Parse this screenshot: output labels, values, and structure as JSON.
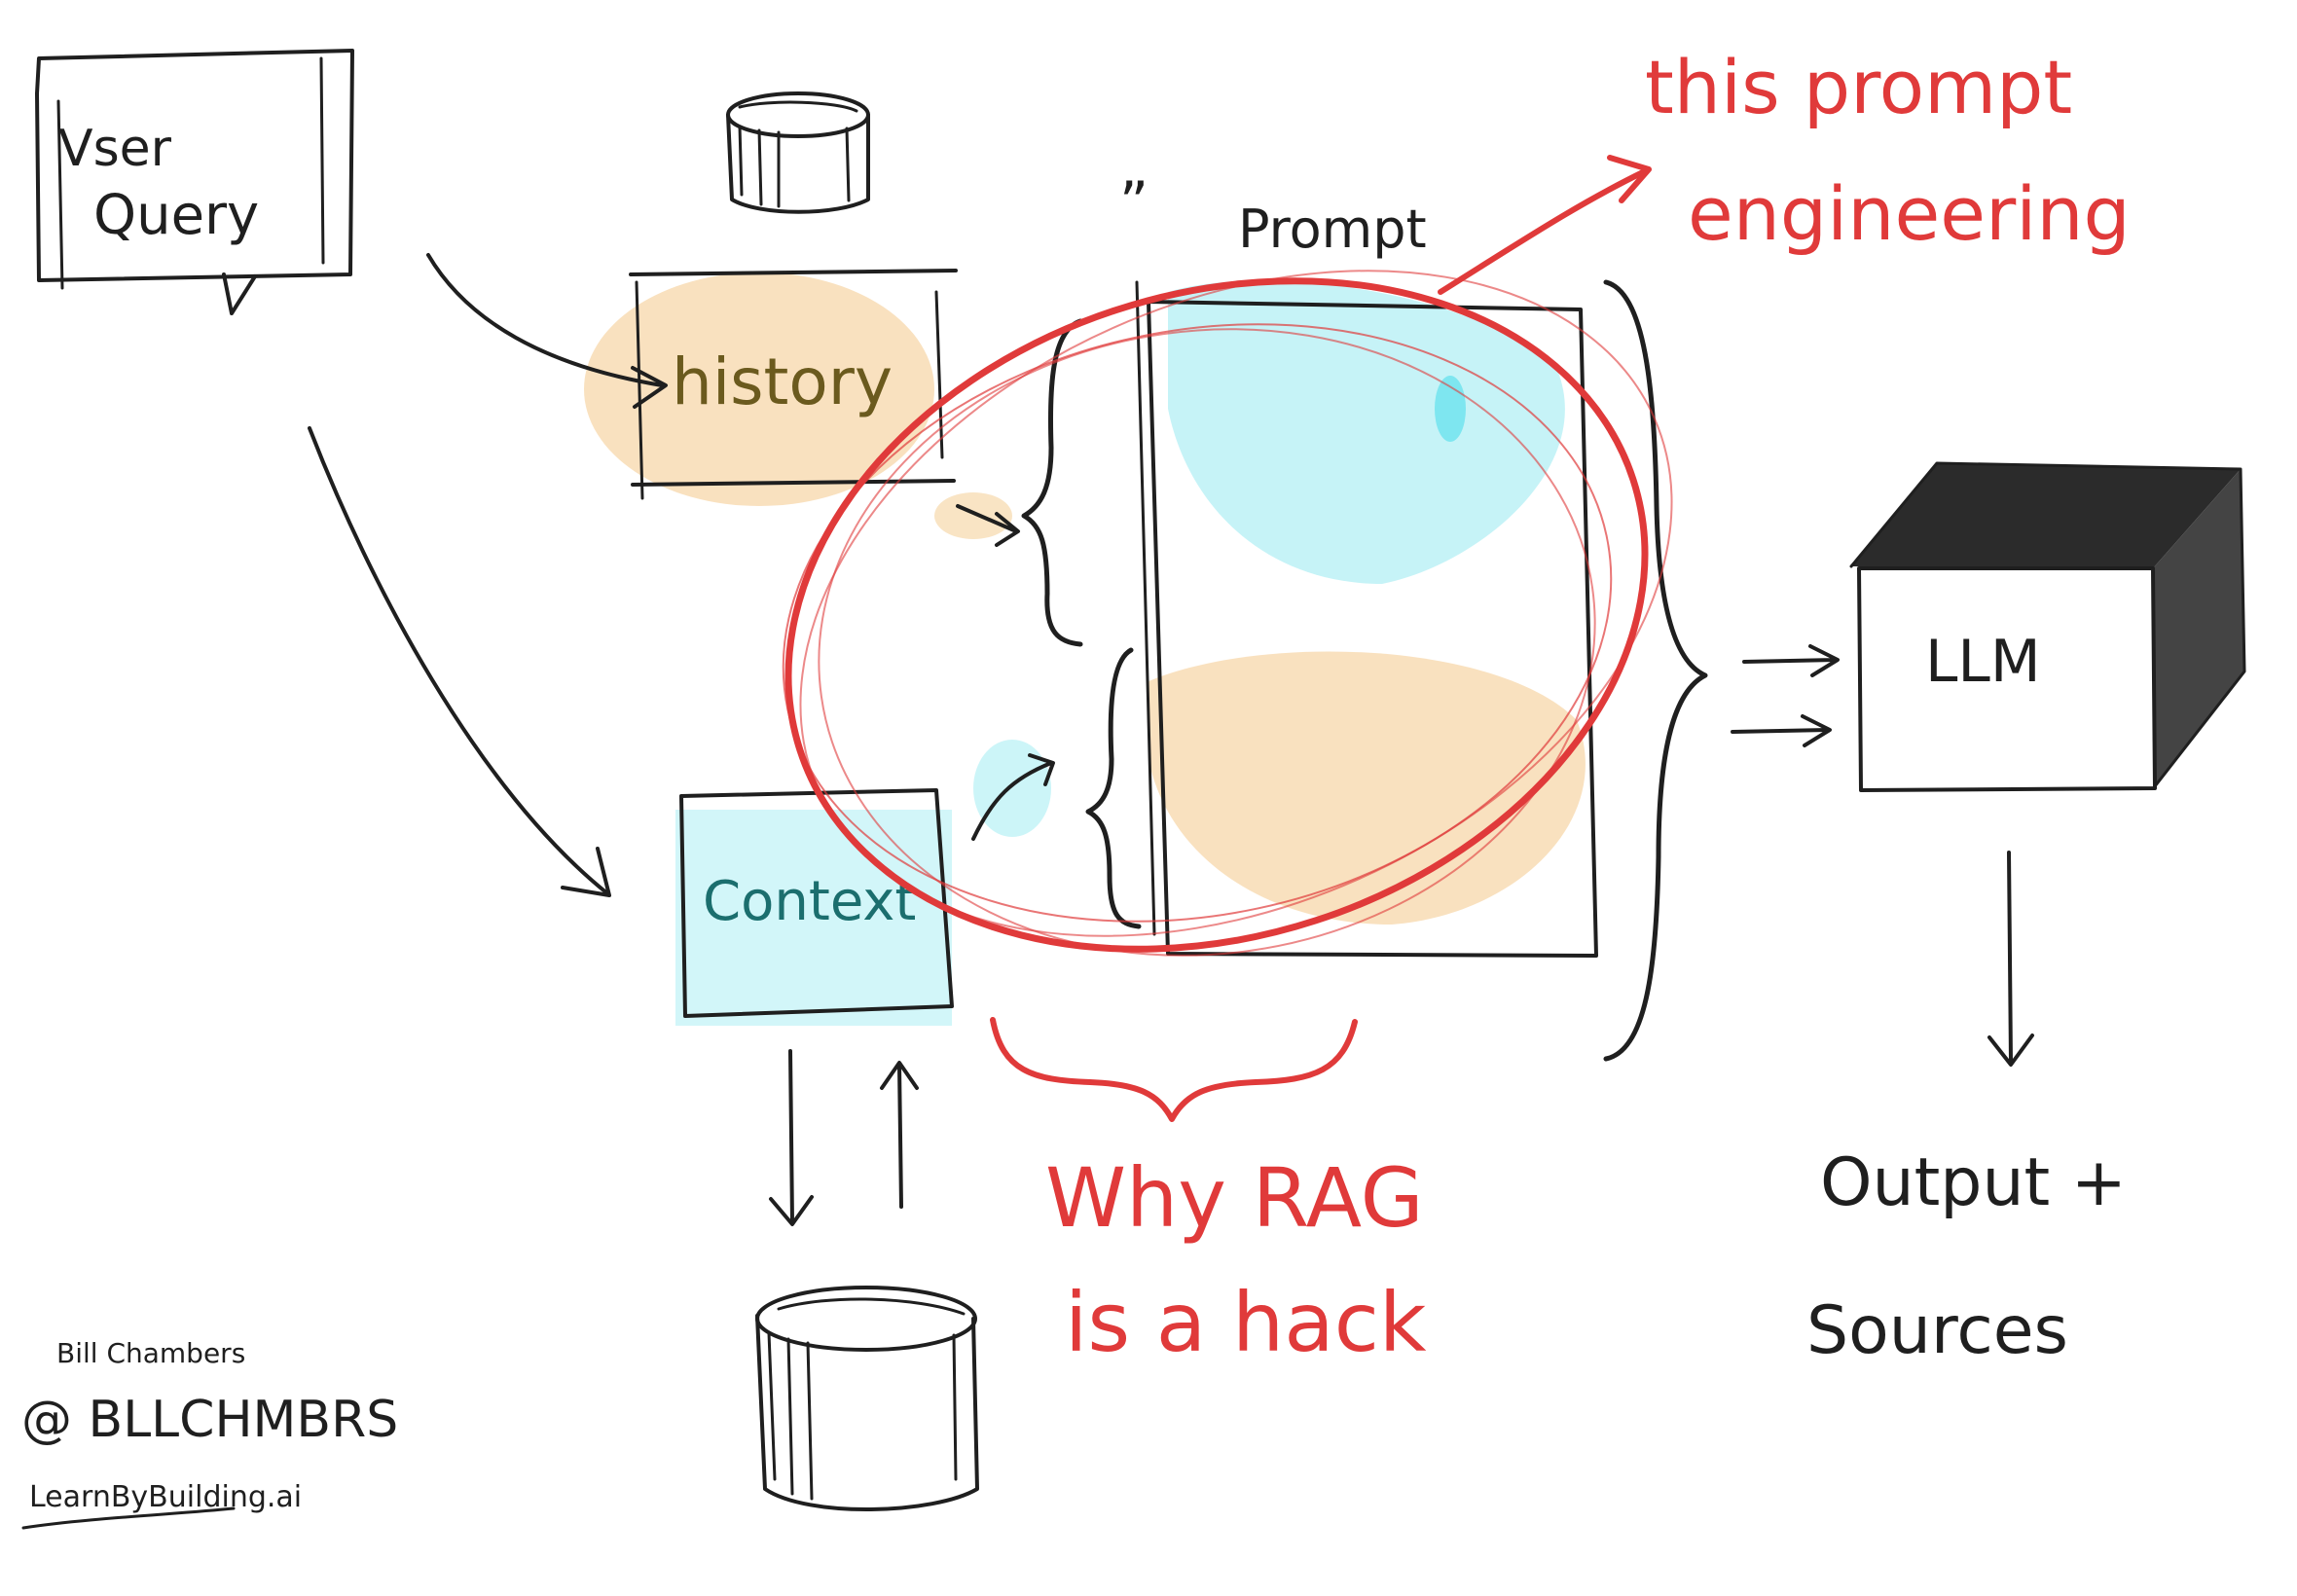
{
  "labels": {
    "user_query_line1": "Vser",
    "user_query_line2": "Query",
    "history": "history",
    "context": "Context",
    "prompt": "Prompt",
    "prompt_quote": "”",
    "llm": "LLM",
    "output_line1": "Output +",
    "output_line2": "Sources",
    "red_top_line1": "this prompt",
    "red_top_line2": "engineering",
    "red_bottom_line1": "Why RAG",
    "red_bottom_line2": "is a hack"
  },
  "credits": {
    "name": "Bill Chambers",
    "handle": "@ BLLCHMBRS",
    "site": "LearnByBuilding.ai"
  },
  "colors": {
    "ink": "#1f1f1f",
    "red": "#e03a3a",
    "orange_fill": "#f4c98a",
    "cyan_fill": "#8ee8f0",
    "history_text": "#6b5a1e",
    "context_text": "#1b6e6e"
  }
}
